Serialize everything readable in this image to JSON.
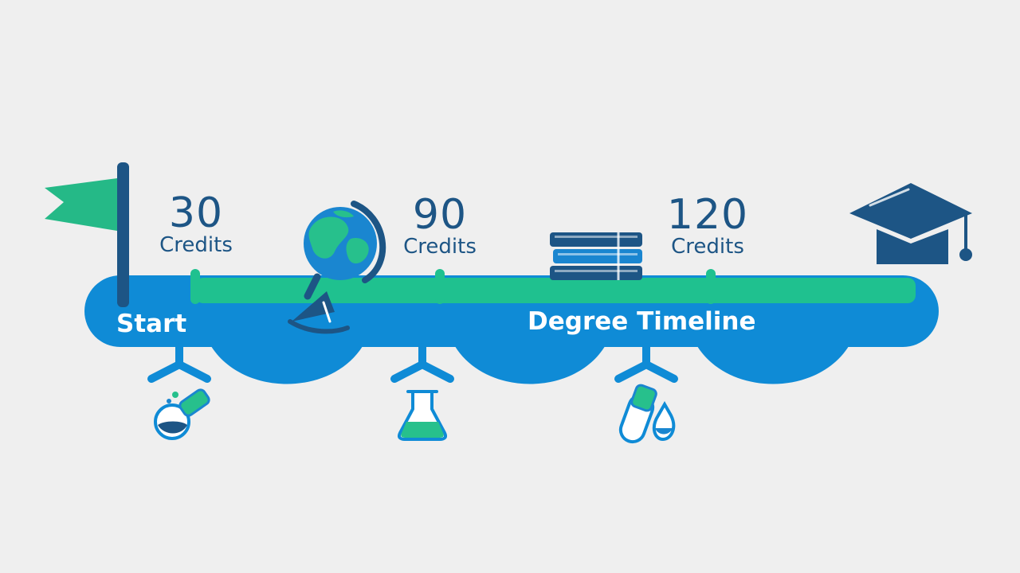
{
  "start_label": "Start",
  "timeline_label": "Degree Timeline",
  "milestones": [
    {
      "number": "30",
      "unit": "Credits"
    },
    {
      "number": "90",
      "unit": "Credits"
    },
    {
      "number": "120",
      "unit": "Credits"
    }
  ],
  "icons": {
    "start": "flag-icon",
    "milestone_1": "globe-icon",
    "milestone_2": "books-icon",
    "end": "graduation-cap-icon",
    "below_1": "potion-flask-icon",
    "below_2": "erlenmeyer-flask-icon",
    "below_3": "test-tubes-icon"
  },
  "colors": {
    "background": "#efefef",
    "timeline_blue": "#0f8bd6",
    "timeline_green": "#1fc18f",
    "navy": "#1d5585",
    "flag_green": "#25b987",
    "white": "#ffffff"
  }
}
